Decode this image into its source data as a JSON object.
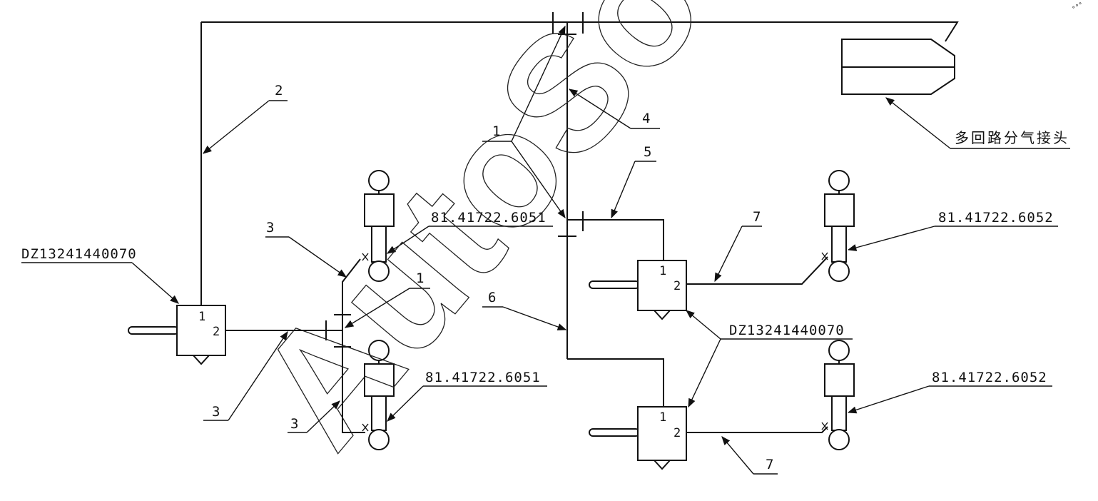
{
  "watermark": "AutoSoft",
  "corner_mark": "°°°",
  "manifold": {
    "label": "多回路分气接头"
  },
  "valves": [
    {
      "id": "left",
      "port_in": "1",
      "port_out": "2",
      "part_label": "DZ13241440070"
    },
    {
      "id": "right-top",
      "port_in": "1",
      "port_out": "2"
    },
    {
      "id": "right-bottom",
      "port_in": "1",
      "port_out": "2",
      "part_label": "DZ13241440070"
    }
  ],
  "chambers": [
    {
      "id": "left-top",
      "part_label": "81.41722.6051"
    },
    {
      "id": "left-bottom",
      "part_label": "81.41722.6051"
    },
    {
      "id": "right-top",
      "part_label": "81.41722.6052"
    },
    {
      "id": "right-bottom",
      "part_label": "81.41722.6052"
    }
  ],
  "callouts": {
    "c1_top": "1",
    "c1_mid": "1",
    "c2": "2",
    "c3_upper": "3",
    "c3_left": "3",
    "c3_lower": "3",
    "c4": "4",
    "c5": "5",
    "c6": "6",
    "c7_top": "7",
    "c7_bottom": "7"
  }
}
